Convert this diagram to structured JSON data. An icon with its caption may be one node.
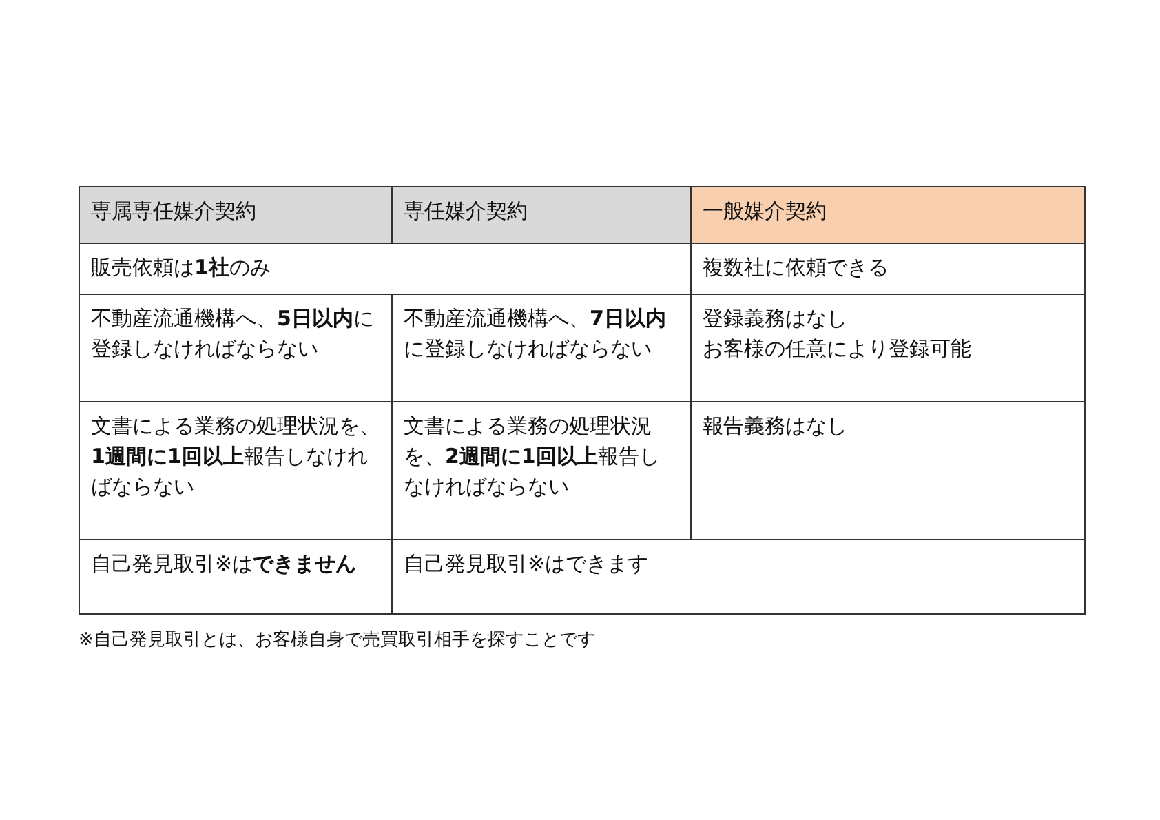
{
  "diagram": {
    "labels": [
      "専属専任媒介契約",
      "専任媒介契約",
      "一般媒介契約",
      "販売依頼は**1社**のみ",
      "複数社に依頼できる",
      "不動産流通機構へ、**5日以内**に登録しなければならない",
      "不動産流通機構へ、**7日以内**に登録しなければならない",
      "登録義務はなし",
      "お客様の任意により登録可能",
      "文書による業務の処理状況を、**1週間に1回以上**報告しなければならない",
      "文書による業務の処理状況を、**2週間に1回以上**報告しなければならない",
      "報告義務はなし",
      "自己発見取引※は**できません**",
      "自己発見取引※はできます",
      "※自己発見取引とは、お客様自身で売買取引相手を探すことです"
    ]
  }
}
